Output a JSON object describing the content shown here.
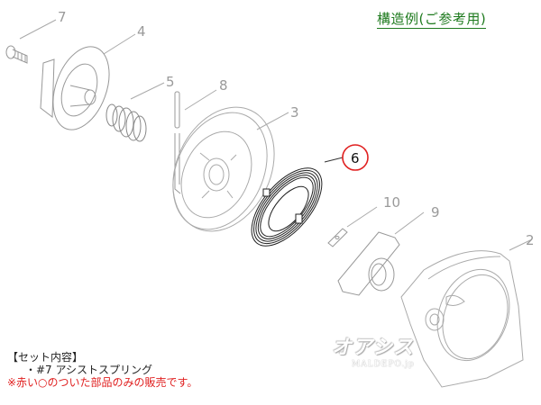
{
  "title": "構造例(ご参考用)",
  "parts": [
    {
      "number": "7",
      "name": "screw"
    },
    {
      "number": "4",
      "name": "hub"
    },
    {
      "number": "5",
      "name": "spring"
    },
    {
      "number": "8",
      "name": "pin"
    },
    {
      "number": "3",
      "name": "reel"
    },
    {
      "number": "6",
      "name": "assist-spring",
      "highlighted": true
    },
    {
      "number": "10",
      "name": "plate"
    },
    {
      "number": "9",
      "name": "handle"
    },
    {
      "number": "2",
      "name": "case"
    }
  ],
  "highlight_color": "#e02020",
  "notes": {
    "heading": "【セット内容】",
    "item": "・#7 アシストスプリング",
    "warning": "※赤い○のついた部品のみの販売です。"
  },
  "watermark": {
    "main": "オアシス",
    "sub": "MALDEPO.jp"
  }
}
